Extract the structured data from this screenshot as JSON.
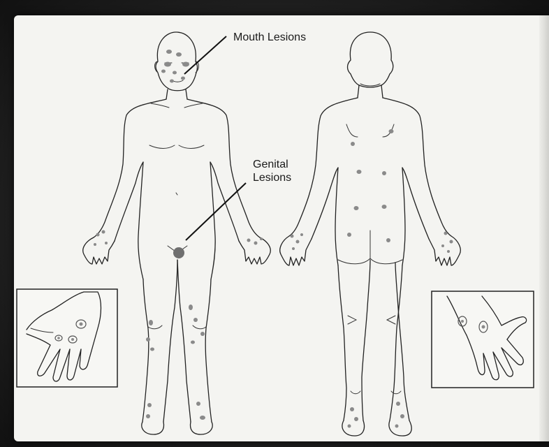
{
  "labels": {
    "mouth": "Mouth Lesions",
    "genital_line1": "Genital",
    "genital_line2": "Lesions"
  },
  "colors": {
    "paper": "#f4f4f1",
    "ink": "#222222",
    "lesion": "#8a8a8a",
    "frame": "#1b1b1b"
  }
}
